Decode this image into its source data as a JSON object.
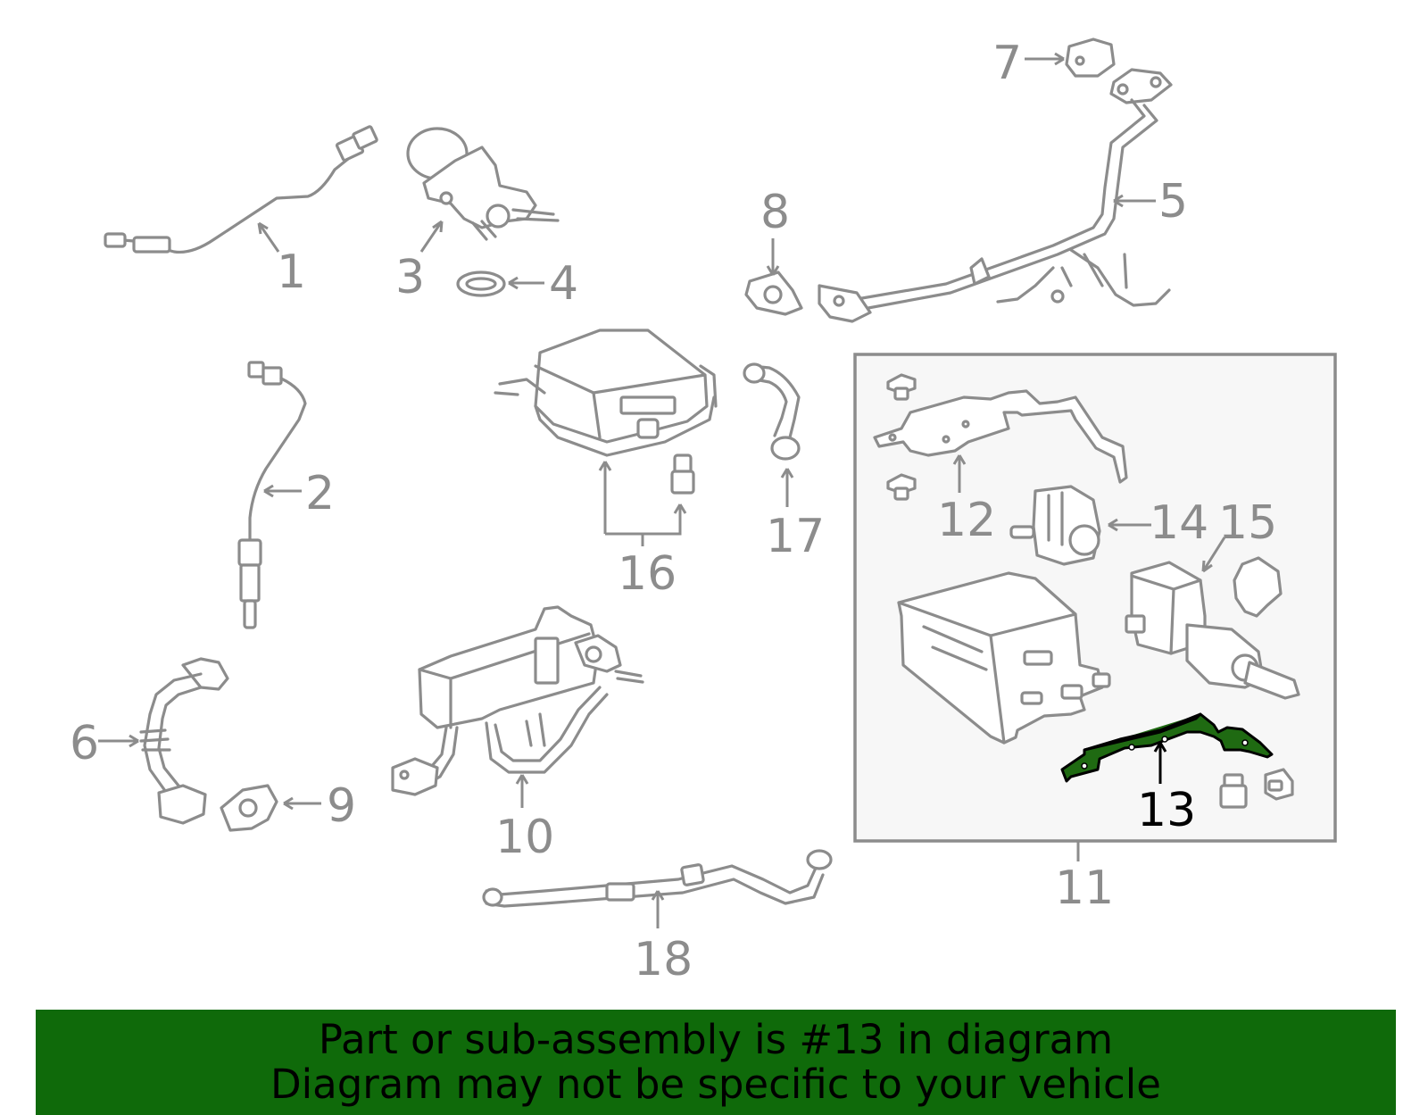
{
  "banner": {
    "line1": "Part or sub-assembly is #13 in diagram",
    "line2": "Diagram may not be specific to your vehicle",
    "color": "#0f6a0a"
  },
  "highlight": {
    "part": "13",
    "color": "#1f6a12"
  },
  "callouts": {
    "c1": "1",
    "c2": "2",
    "c3": "3",
    "c4": "4",
    "c5": "5",
    "c6": "6",
    "c7": "7",
    "c8": "8",
    "c9": "9",
    "c10": "10",
    "c11": "11",
    "c12": "12",
    "c13": "13",
    "c14": "14",
    "c15": "15",
    "c16": "16",
    "c17": "17",
    "c18": "18"
  }
}
